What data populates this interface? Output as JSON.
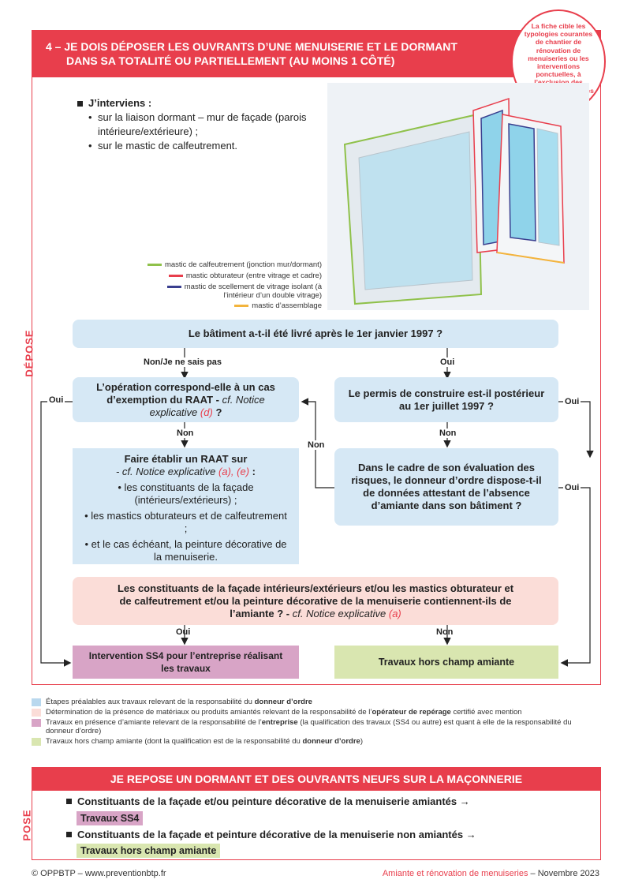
{
  "header": {
    "line1": "4 – JE DOIS DÉPOSER LES OUVRANTS D’UNE MENUISERIE ET LE DORMANT",
    "line2": "DANS SA TOTALITÉ OU PARTIELLEMENT (AU MOINS 1 CÔTÉ)"
  },
  "stamp": "La fiche cible les typologies courantes de chantier de rénovation de menuiseries ou les interventions ponctuelles, à l’exclusion des rénovations massives sur un ou plusieurs bâtiments.",
  "intro": {
    "title": "J’interviens :",
    "items": [
      "sur la liaison dormant – mur de façade (parois intérieure/extérieure) ;",
      "sur le mastic de calfeutrement."
    ]
  },
  "legend": [
    {
      "label": "mastic de calfeutrement (jonction mur/dormant)",
      "color": "#8fc14a"
    },
    {
      "label": "mastic obturateur (entre vitrage et cadre)",
      "color": "#e83e4c"
    },
    {
      "label": "mastic de scellement de vitrage isolant (à l’intérieur d’un double vitrage)",
      "color": "#3a3f8f"
    },
    {
      "label": "mastic d’assemblage",
      "color": "#f3b43c"
    }
  ],
  "side_labels": {
    "depose": "DÉPOSE",
    "pose": "POSE"
  },
  "flow": {
    "q1": "Le bâtiment a-t-il été livré après le 1er janvier 1997 ?",
    "q1_no": "Non/Je ne sais pas",
    "q1_yes": "Oui",
    "q2": "L’opération correspond-elle à un cas d’exemption du RAAT -",
    "q2_ref": "cf. Notice explicative",
    "q2_letter": "(d)",
    "q2_end": "?",
    "q2_yes": "Oui",
    "q2_no": "Non",
    "q3": "Le permis de construire est-il postérieur au 1er juillet 1997 ?",
    "q3_yes": "Oui",
    "q3_no": "Non",
    "raat_title": "Faire établir un RAAT sur",
    "raat_ref": "- cf. Notice explicative",
    "raat_letters": "(a), (e)",
    "raat_colon": ":",
    "raat_items": [
      "les constituants de la façade (intérieurs/extérieurs) ;",
      "les mastics obturateurs et de calfeutrement ;",
      "et le cas échéant, la peinture décorative de la menuiserie."
    ],
    "q4": "Dans le cadre de son évaluation des risques, le donneur d’ordre dispose-t-il de données attestant de l’absence d’amiante dans son bâtiment ?",
    "q4_yes": "Oui",
    "q4_no": "Non",
    "q5": "Les constituants de la façade intérieurs/extérieurs et/ou les mastics obturateur et de calfeutrement et/ou la peinture décorative de la menuiserie contiennent-ils de l’amiante ? -",
    "q5_ref": "cf. Notice explicative",
    "q5_letter": "(a)",
    "q5_yes": "Oui",
    "q5_no": "Non",
    "out_ss4": "Intervention SS4 pour l’entreprise réalisant les travaux",
    "out_hors": "Travaux hors champ amiante"
  },
  "notes": [
    {
      "color": "#b9d8ee",
      "text": "Étapes préalables aux travaux relevant de la responsabilité du",
      "bold": "donneur d’ordre"
    },
    {
      "color": "#fbddd8",
      "text": "Détermination de la présence de matériaux ou produits amiantés relevant de la responsabilité de l’",
      "bold": "opérateur de repérage",
      "tail": "certifié avec mention"
    },
    {
      "color": "#d8a4c6",
      "text": "Travaux en présence d’amiante relevant de la responsabilité de l’",
      "bold": "entreprise",
      "tail": "(la qualification des travaux (SS4 ou autre) est quant à elle de la responsabilité du donneur d’ordre)"
    },
    {
      "color": "#d9e6b0",
      "text": "Travaux hors champ amiante (dont la qualification est de la responsabilité du",
      "bold": "donneur d’ordre",
      "tail": ")"
    }
  ],
  "pose": {
    "title": "JE REPOSE UN DORMANT ET DES OUVRANTS NEUFS SUR LA MAÇONNERIE",
    "item1": "Constituants de la façade et/ou peinture décorative de la menuiserie amiantés →",
    "tag1": "Travaux SS4",
    "item2": "Constituants de la façade et peinture décorative de la menuiserie non amiantés →",
    "tag2": "Travaux hors champ amiante"
  },
  "footer": {
    "left": "© OPPBTP – www.preventionbtp.fr",
    "right_red": "Amiante et rénovation de menuiseries",
    "right_dark": "– Novembre 2023"
  }
}
